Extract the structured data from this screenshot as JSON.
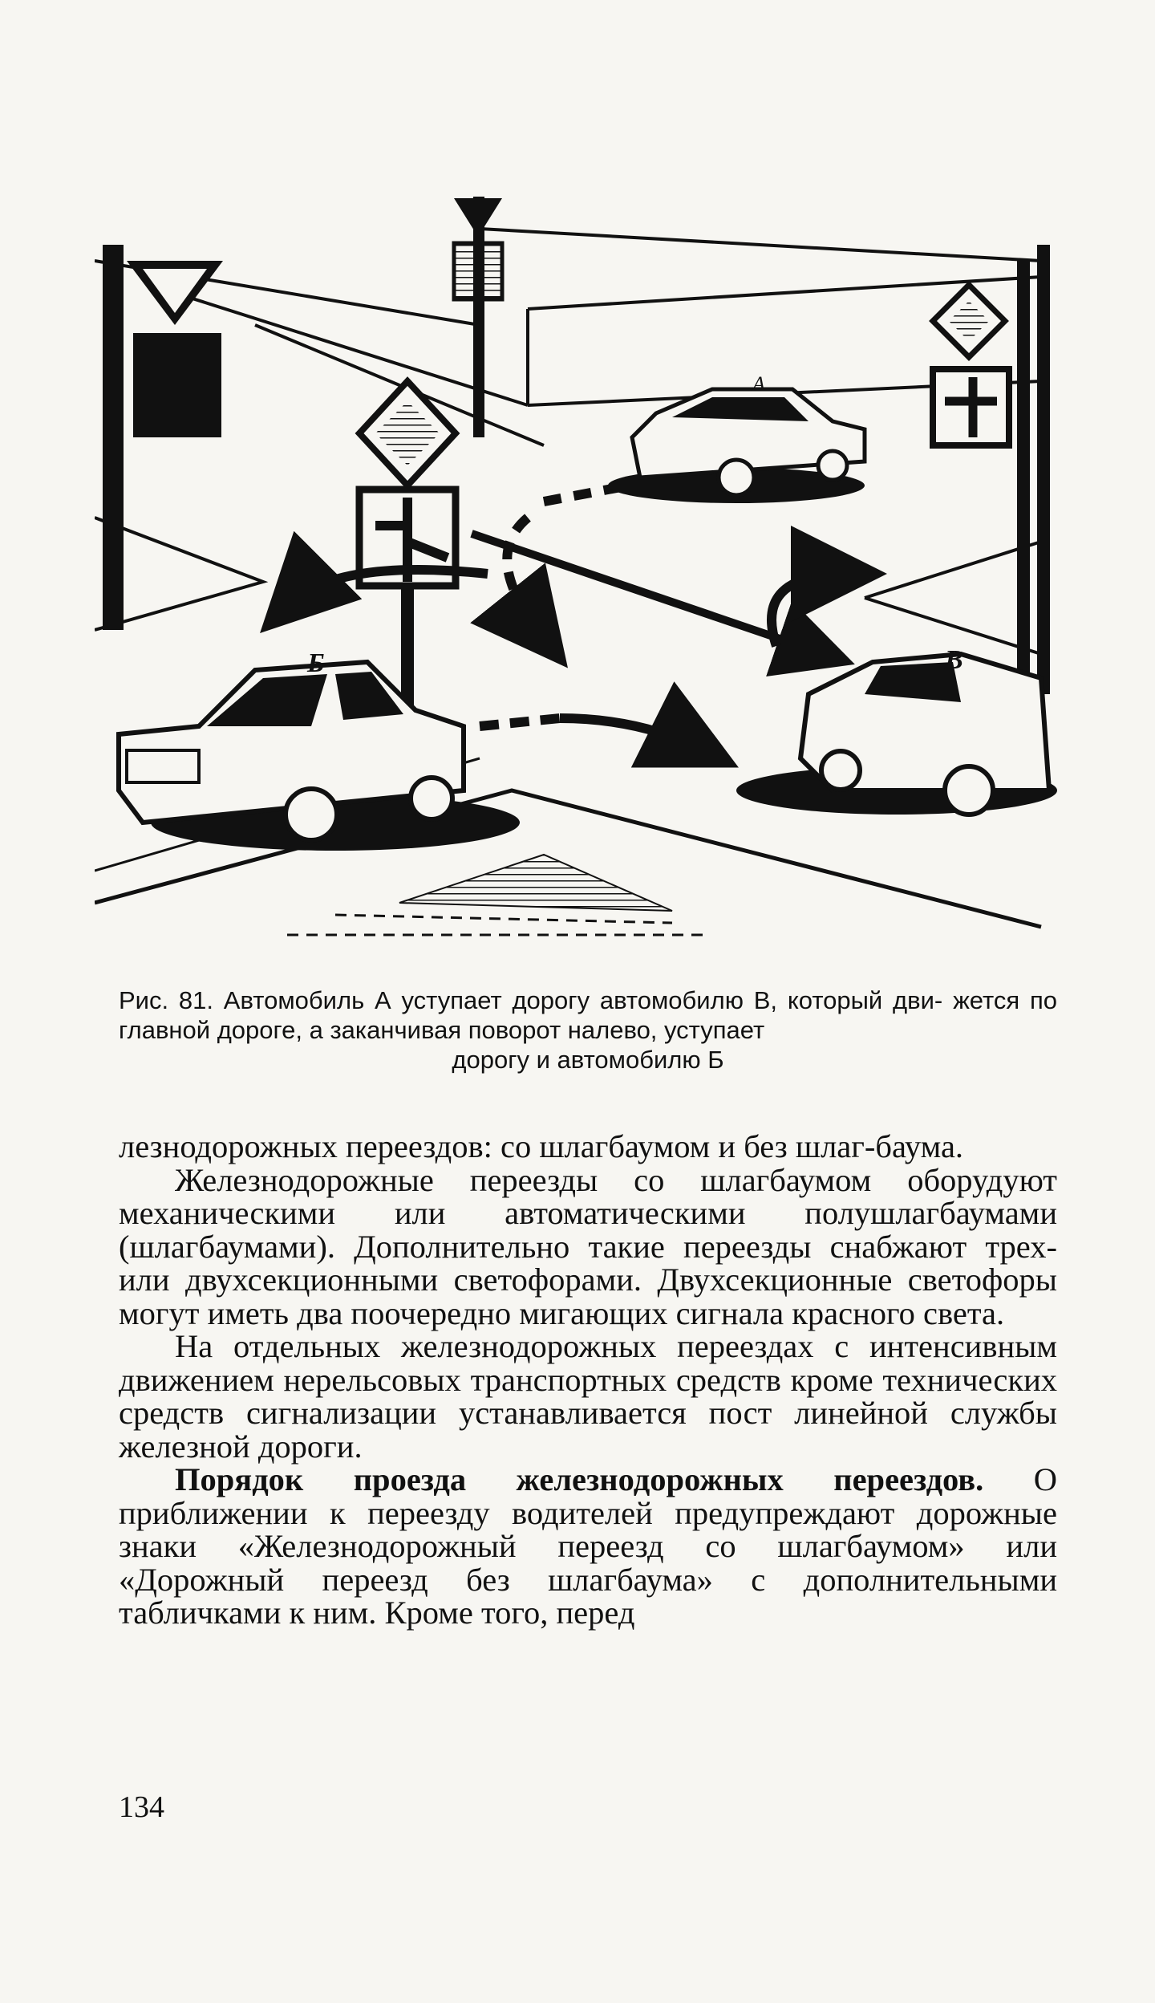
{
  "figure": {
    "car_labels": {
      "a": "А",
      "b": "Б",
      "v": "В"
    }
  },
  "caption": {
    "line1": "Рис. 81. Автомобиль А уступает дорогу автомобилю В, который дви-",
    "line2": "жется по главной дороге, а заканчивая поворот налево, уступает",
    "line3": "дорогу и автомобилю Б"
  },
  "body": {
    "p1": "лезнодорожных переездов: со шлагбаумом и без шлаг-баума.",
    "p2": "Железнодорожные переезды со шлагбаумом оборудуют механическими или автоматическими полушлагбаумами (шлагбаумами). Дополнительно такие переезды снабжают трех- или двухсекционными светофорами. Двухсекционные светофоры могут иметь два поочередно мигающих сигнала красного света.",
    "p3": "На отдельных железнодорожных переездах с интенсивным движением нерельсовых транспортных средств кроме технических средств сигнализации устанавливается пост линейной службы железной дороги.",
    "p4_heading": "Порядок проезда железнодорожных переездов.",
    "p4_text": "О приближении к переезду водителей предупреждают дорожные знаки «Железнодорожный переезд со шлагбаумом» или «Дорожный переезд без шлагбаума» с дополнительными табличками к ним. Кроме того, перед"
  },
  "page_number": "134"
}
